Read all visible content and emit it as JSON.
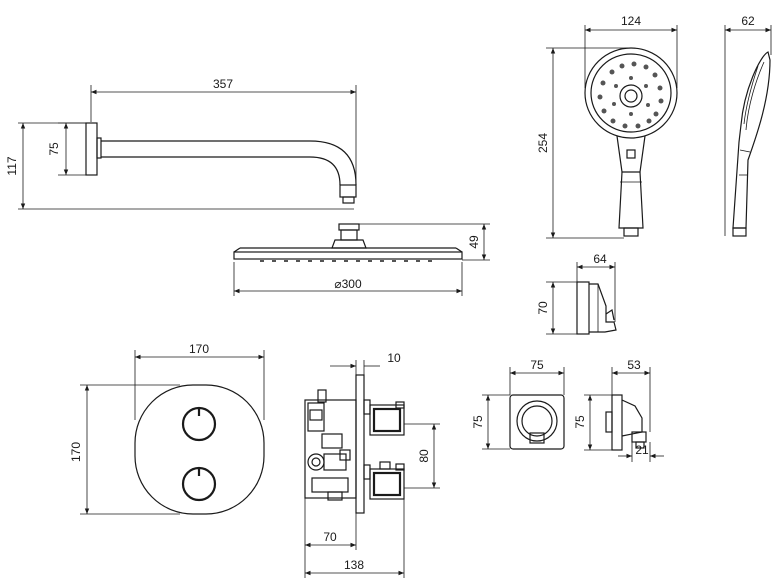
{
  "dimensions": {
    "arm_length": "357",
    "flange_outer": "117",
    "flange_inner": "75",
    "head_height": "49",
    "head_diameter": "⌀300",
    "hand_width": "124",
    "hand_length": "254",
    "hand_depth": "62",
    "holder_width": "64",
    "holder_height": "70",
    "plate_width": "170",
    "plate_height": "170",
    "body_plate_thickness": "10",
    "body_spacing": "80",
    "body_depth": "70",
    "body_total": "138",
    "outlet_width": "75",
    "outlet_height": "75",
    "outlet_side_height": "75",
    "outlet_side_depth": "53",
    "outlet_side_thread": "21"
  },
  "colors": {
    "line": "#1a1a1a",
    "background": "#ffffff"
  }
}
